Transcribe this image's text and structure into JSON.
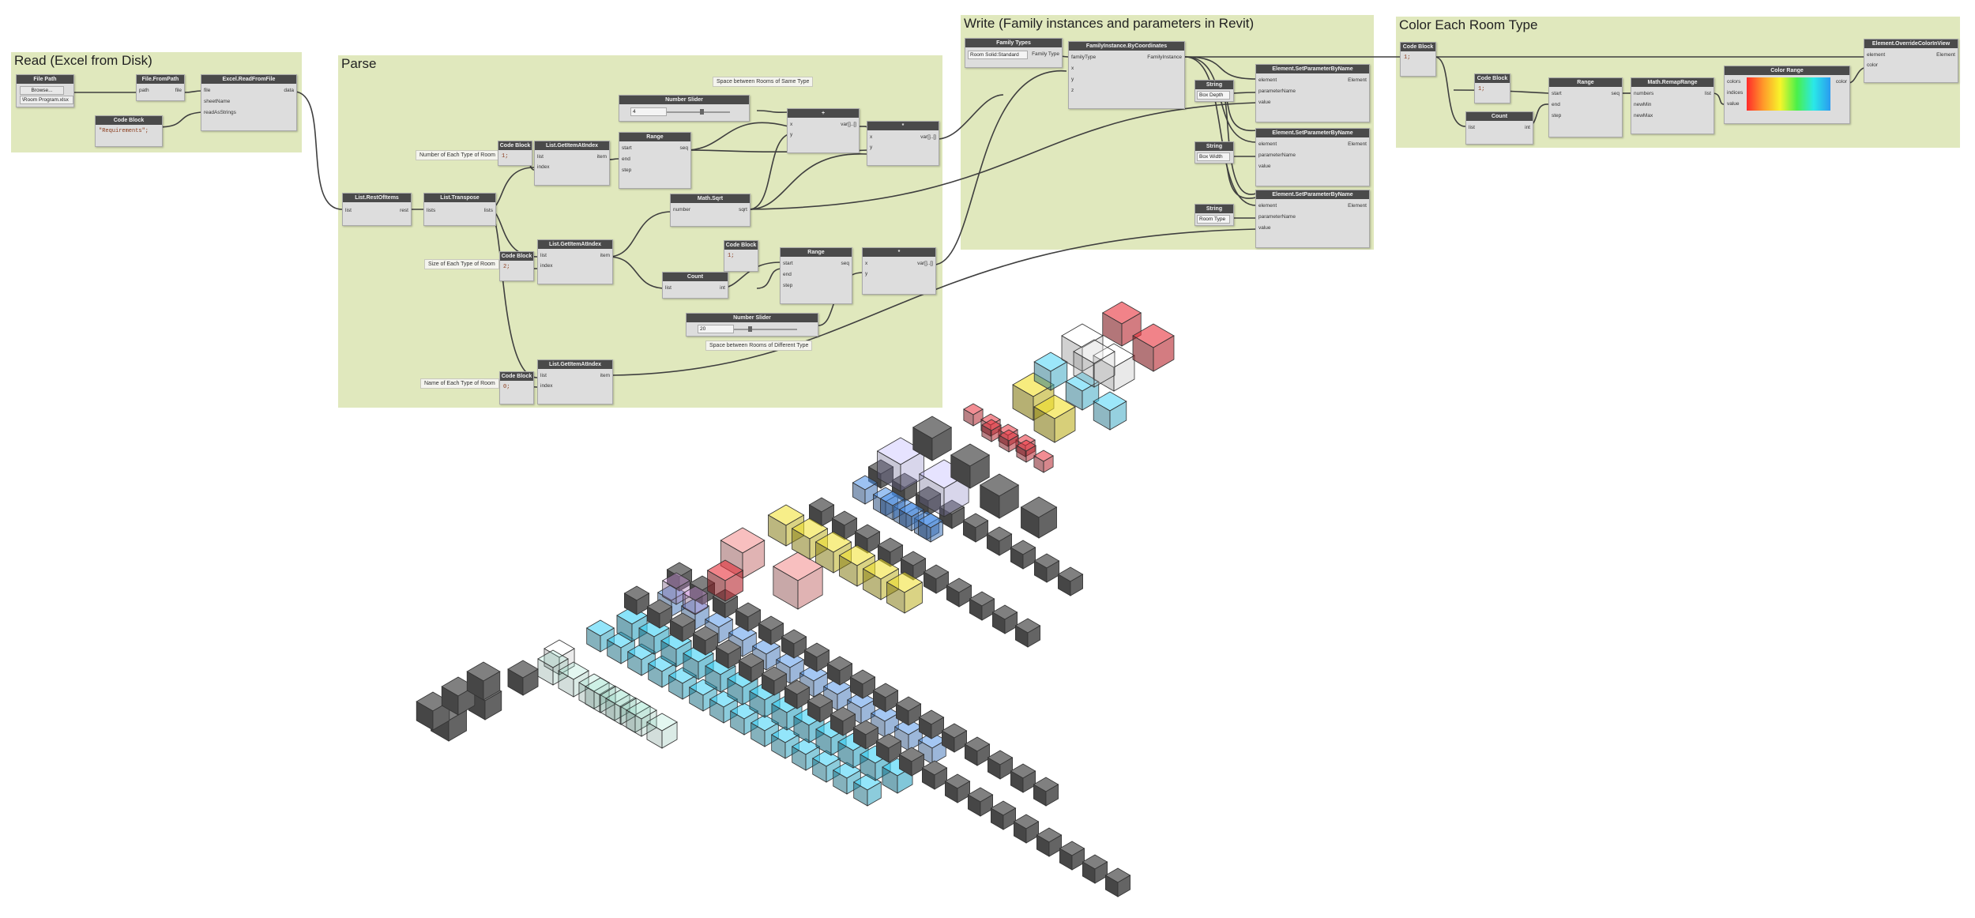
{
  "groups": {
    "read": {
      "title": "Read (Excel from Disk)"
    },
    "parse": {
      "title": "Parse"
    },
    "write": {
      "title": "Write (Family instances and parameters in Revit)"
    },
    "color": {
      "title": "Color Each Room Type"
    }
  },
  "nodes": {
    "file_path": {
      "title": "File Path",
      "button": "Browse...",
      "value": "\\Room Program.xlsx"
    },
    "file_from_path": {
      "title": "File.FromPath",
      "in": [
        "path"
      ],
      "out": [
        "file"
      ]
    },
    "excel_read": {
      "title": "Excel.ReadFromFile",
      "in": [
        "file",
        "sheetName",
        "readAsStrings"
      ],
      "out": [
        "data"
      ]
    },
    "code_block_requirements": {
      "title": "Code Block",
      "code": "\"Requirements\";"
    },
    "list_rest_of_items": {
      "title": "List.RestOfItems",
      "in": [
        "list"
      ],
      "out": [
        "rest"
      ]
    },
    "list_transpose": {
      "title": "List.Transpose",
      "in": [
        "lists"
      ],
      "out": [
        "lists"
      ]
    },
    "code_block_1": {
      "title": "Code Block",
      "code": "1;"
    },
    "code_block_2": {
      "title": "Code Block",
      "code": "2;"
    },
    "code_block_0": {
      "title": "Code Block",
      "code": "0;"
    },
    "list_get_item_1": {
      "title": "List.GetItemAtIndex",
      "in": [
        "list",
        "index"
      ],
      "out": [
        "item"
      ]
    },
    "list_get_item_2": {
      "title": "List.GetItemAtIndex",
      "in": [
        "list",
        "index"
      ],
      "out": [
        "item"
      ]
    },
    "list_get_item_3": {
      "title": "List.GetItemAtIndex",
      "in": [
        "list",
        "index"
      ],
      "out": [
        "item"
      ]
    },
    "range_1": {
      "title": "Range",
      "in": [
        "start",
        "end",
        "step"
      ],
      "out": [
        "seq"
      ]
    },
    "range_2": {
      "title": "Range",
      "in": [
        "start",
        "end",
        "step"
      ],
      "out": [
        "seq"
      ]
    },
    "range_3": {
      "title": "Range",
      "in": [
        "start",
        "end",
        "step"
      ],
      "out": [
        "seq"
      ]
    },
    "number_slider_1": {
      "title": "Number Slider",
      "value": "4"
    },
    "number_slider_2": {
      "title": "Number Slider",
      "value": "20"
    },
    "plus_1": {
      "title": "+",
      "in": [
        "x",
        "y"
      ],
      "out": [
        "var[]..[]"
      ]
    },
    "mul_1": {
      "title": "*",
      "in": [
        "x",
        "y"
      ],
      "out": [
        "var[]..[]"
      ]
    },
    "mul_2": {
      "title": "*",
      "in": [
        "x",
        "y"
      ],
      "out": [
        "var[]..[]"
      ]
    },
    "math_sqrt": {
      "title": "Math.Sqrt",
      "in": [
        "number"
      ],
      "out": [
        "sqrt"
      ]
    },
    "count_1": {
      "title": "Count",
      "in": [
        "list"
      ],
      "out": [
        "int"
      ]
    },
    "count_2": {
      "title": "Count",
      "in": [
        "list"
      ],
      "out": [
        "int"
      ]
    },
    "code_block_small": {
      "title": "Code Block",
      "code": "1;"
    },
    "code_block_color_a": {
      "title": "Code Block",
      "code": "1;"
    },
    "code_block_color_b": {
      "title": "Code Block",
      "code": "1;"
    },
    "family_types": {
      "title": "Family Types",
      "value": "Room Solid:Standard",
      "out": [
        "Family Type"
      ]
    },
    "family_instance": {
      "title": "FamilyInstance.ByCoordinates",
      "in": [
        "familyType",
        "x",
        "y",
        "z"
      ],
      "out": [
        "FamilyInstance"
      ]
    },
    "string_box_depth": {
      "title": "String",
      "value": "Box Depth"
    },
    "string_box_width": {
      "title": "String",
      "value": "Box Width"
    },
    "string_room_type": {
      "title": "String",
      "value": "Room Type"
    },
    "set_param_1": {
      "title": "Element.SetParameterByName",
      "in": [
        "element",
        "parameterName",
        "value"
      ],
      "out": [
        "Element"
      ]
    },
    "set_param_2": {
      "title": "Element.SetParameterByName",
      "in": [
        "element",
        "parameterName",
        "value"
      ],
      "out": [
        "Element"
      ]
    },
    "set_param_3": {
      "title": "Element.SetParameterByName",
      "in": [
        "element",
        "parameterName",
        "value"
      ],
      "out": [
        "Element"
      ]
    },
    "math_remap": {
      "title": "Math.RemapRange",
      "in": [
        "numbers",
        "newMin",
        "newMax"
      ],
      "out": [
        "list"
      ]
    },
    "color_range": {
      "title": "Color Range",
      "in": [
        "colors",
        "indices",
        "value"
      ],
      "out": [
        "color"
      ]
    },
    "override_color": {
      "title": "Element.OverrideColorInView",
      "in": [
        "element",
        "color"
      ],
      "out": [
        "Element"
      ]
    }
  },
  "notes": {
    "same_type": "Space between Rooms of Same Type",
    "num_each": "Number of Each Type of Room",
    "size_each": "Size of Each Type of Room",
    "diff_type": "Space between Rooms of Different Type",
    "name_each": "Name of Each Type of Room"
  },
  "palette": {
    "group_bg": "#e0e8bd",
    "wire": "#444444",
    "red": "#e8303a",
    "pink": "#f07070",
    "yellow": "#f1e028",
    "cyan": "#3ad0f5",
    "blue": "#4a8fe8",
    "lavender": "#b8b0ff",
    "violet": "#d79ae8",
    "mint": "#8fe0c8",
    "white": "#ffffff",
    "gray": "#808080",
    "dark": "#222222"
  }
}
